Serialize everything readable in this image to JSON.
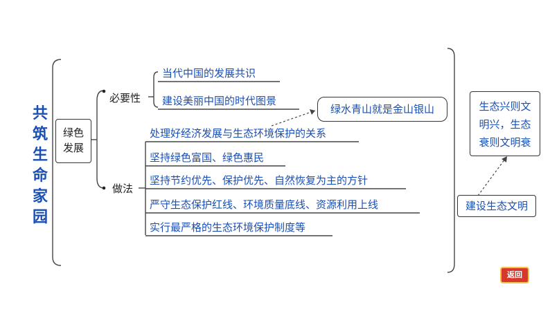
{
  "title_chars": [
    "共",
    "筑",
    "生",
    "命",
    "家",
    "园"
  ],
  "center_box": [
    "绿色",
    "发展"
  ],
  "branches": {
    "necessity": {
      "label": "必要性",
      "items": [
        "当代中国的发展共识",
        "建设美丽中国的时代图景"
      ]
    },
    "methods": {
      "label": "做法",
      "items": [
        "处理好经济发展与生态环境保护的关系",
        "坚持绿色富国、绿色惠民",
        "坚持节约优先、保护优先、自然恢复为主的方针",
        "严守生态保护红线、环境质量底线、资源利用上线",
        "实行最严格的生态环境保护制度等"
      ]
    }
  },
  "callout_mountains": "绿水青山就是金山银山",
  "right_box_lines": [
    "生态兴则文",
    "明兴，生态",
    "衰则文明衰"
  ],
  "right_bottom_box": "建设生态文明",
  "return_button": "返回",
  "colors": {
    "text_blue": "#1a4fb5",
    "box_border": "#333333",
    "button_red": "#d8372c"
  }
}
